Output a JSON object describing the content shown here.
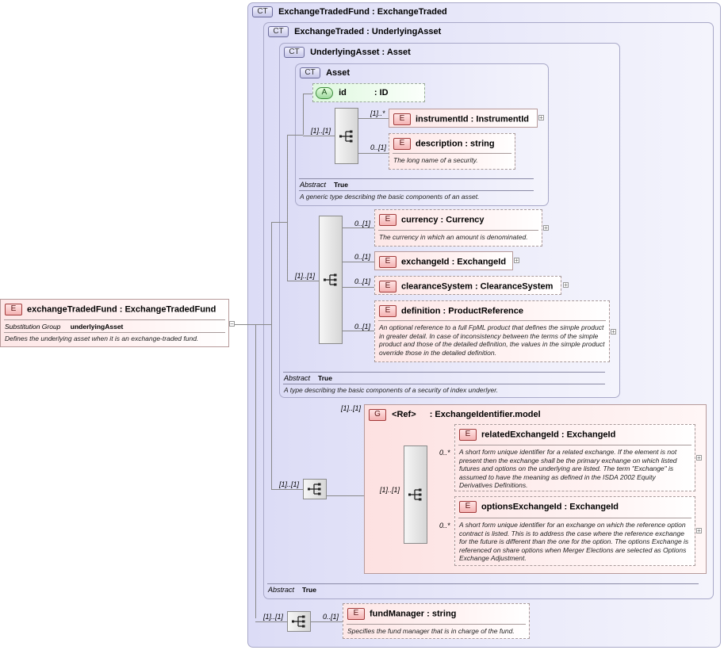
{
  "root": {
    "name": "exchangeTradedFund : ExchangeTradedFund",
    "badge": "E",
    "prop_key": "Substitution Group",
    "prop_val": "underlyingAsset",
    "doc": "Defines the underlying asset when it is an exchange-traded fund."
  },
  "ct_exchange_traded_fund": {
    "badge": "CT",
    "title": "ExchangeTradedFund : ExchangeTraded"
  },
  "ct_exchange_traded": {
    "badge": "CT",
    "title": "ExchangeTraded : UnderlyingAsset",
    "abstract_key": "Abstract",
    "abstract_val": "True"
  },
  "ct_underlying_asset": {
    "badge": "CT",
    "title": "UnderlyingAsset : Asset",
    "abstract_key": "Abstract",
    "abstract_val": "True",
    "doc": "A type describing the basic components of a security of index underlyer."
  },
  "ct_asset": {
    "badge": "CT",
    "title": "Asset",
    "abstract_key": "Abstract",
    "abstract_val": "True",
    "doc": "A generic type describing the basic components of an asset."
  },
  "attr_id": {
    "badge": "A",
    "name": "id",
    "type": ": ID"
  },
  "el_instrumentId": {
    "badge": "E",
    "title": "instrumentId : InstrumentId",
    "mult": "[1]..*"
  },
  "el_description": {
    "badge": "E",
    "title": "description : string",
    "mult": "0..[1]",
    "doc": "The long name of a security."
  },
  "seq_asset_mult": "[1]..[1]",
  "el_currency": {
    "badge": "E",
    "title": "currency : Currency",
    "mult": "0..[1]",
    "doc": "The currency in which an amount is denominated."
  },
  "el_exchangeId": {
    "badge": "E",
    "title": "exchangeId : ExchangeId",
    "mult": "0..[1]"
  },
  "el_clearanceSystem": {
    "badge": "E",
    "title": "clearanceSystem : ClearanceSystem",
    "mult": "0..[1]"
  },
  "el_definition": {
    "badge": "E",
    "title": "definition : ProductReference",
    "mult": "0..[1]",
    "doc": "An optional reference to a full FpML product that defines the simple product in greater detail. In case of inconsistency between the terms of the simple product and those of the detailed definition, the values in the simple product override those in the detailed definition."
  },
  "seq_underlying_mult": "[1]..[1]",
  "group_ref": {
    "badge": "G",
    "ref": "<Ref>",
    "title": ": ExchangeIdentifier.model",
    "mult": "[1]..[1]"
  },
  "seq_group_mult": "[1]..[1]",
  "seq_exchange_traded_mult": "[1]..[1]",
  "el_relatedExchangeId": {
    "badge": "E",
    "title": "relatedExchangeId : ExchangeId",
    "mult": "0..*",
    "doc": "A short form unique identifier for a related exchange. If the element is not present then the exchange shall be the primary exchange on which listed futures and options on the underlying are listed. The term \"Exchange\" is assumed to have the meaning as defined in the ISDA 2002 Equity Derivatives Definitions."
  },
  "el_optionsExchangeId": {
    "badge": "E",
    "title": "optionsExchangeId : ExchangeId",
    "mult": "0..*",
    "doc": "A short form unique identifier for an exchange on which the reference option contract is listed. This is to address the case where the reference exchange for the future is different than the one for the option. The options Exchange is referenced on share options when Merger Elections are selected as Options Exchange Adjustment."
  },
  "seq_fund_mult": "[1]..[1]",
  "el_fundManager": {
    "badge": "E",
    "title": "fundManager : string",
    "mult": "0..[1]",
    "doc": "Specifies the fund manager that is in charge of the fund."
  },
  "expand_symbol": "+",
  "collapse_symbol": "−"
}
